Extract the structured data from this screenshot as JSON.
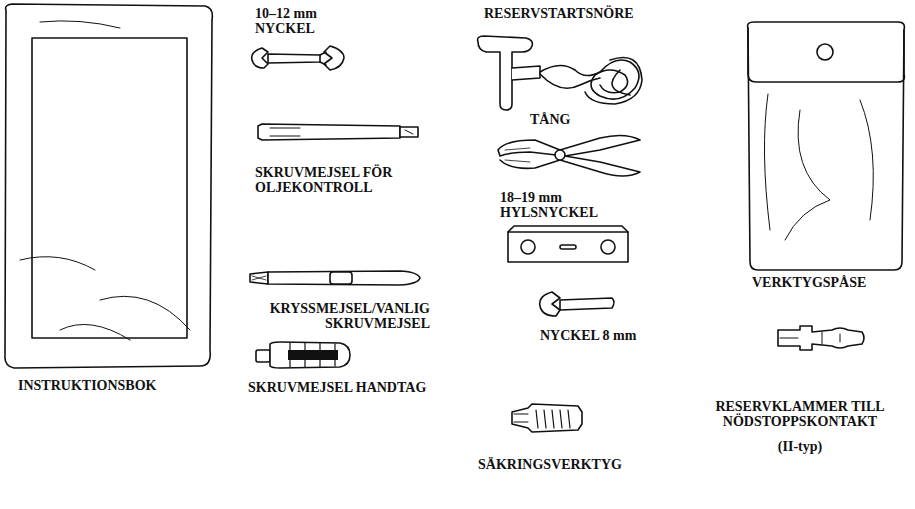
{
  "diagram": {
    "labels": [
      "10–12 mm NYCKEL",
      "RESERVSTARTSNÖRE",
      "SKRUVMEJSEL FÖR OLJEKONTROLL",
      "TÅNG",
      "18–19 mm HYLSNYCKEL",
      "KRYSSMEJSEL/VANLIG SKRUVMEJSEL",
      "VERKTYGSPÅSE",
      "SKRUVMEJSEL HANDTAG",
      "INSTRUKTIONSBOK",
      "NYCKEL 8 mm",
      "RESERVKLAMMER TILL NÖDSTOPPSKONTAKT",
      "(II-typ)",
      "SÄKRINGSVERKTYG"
    ]
  }
}
